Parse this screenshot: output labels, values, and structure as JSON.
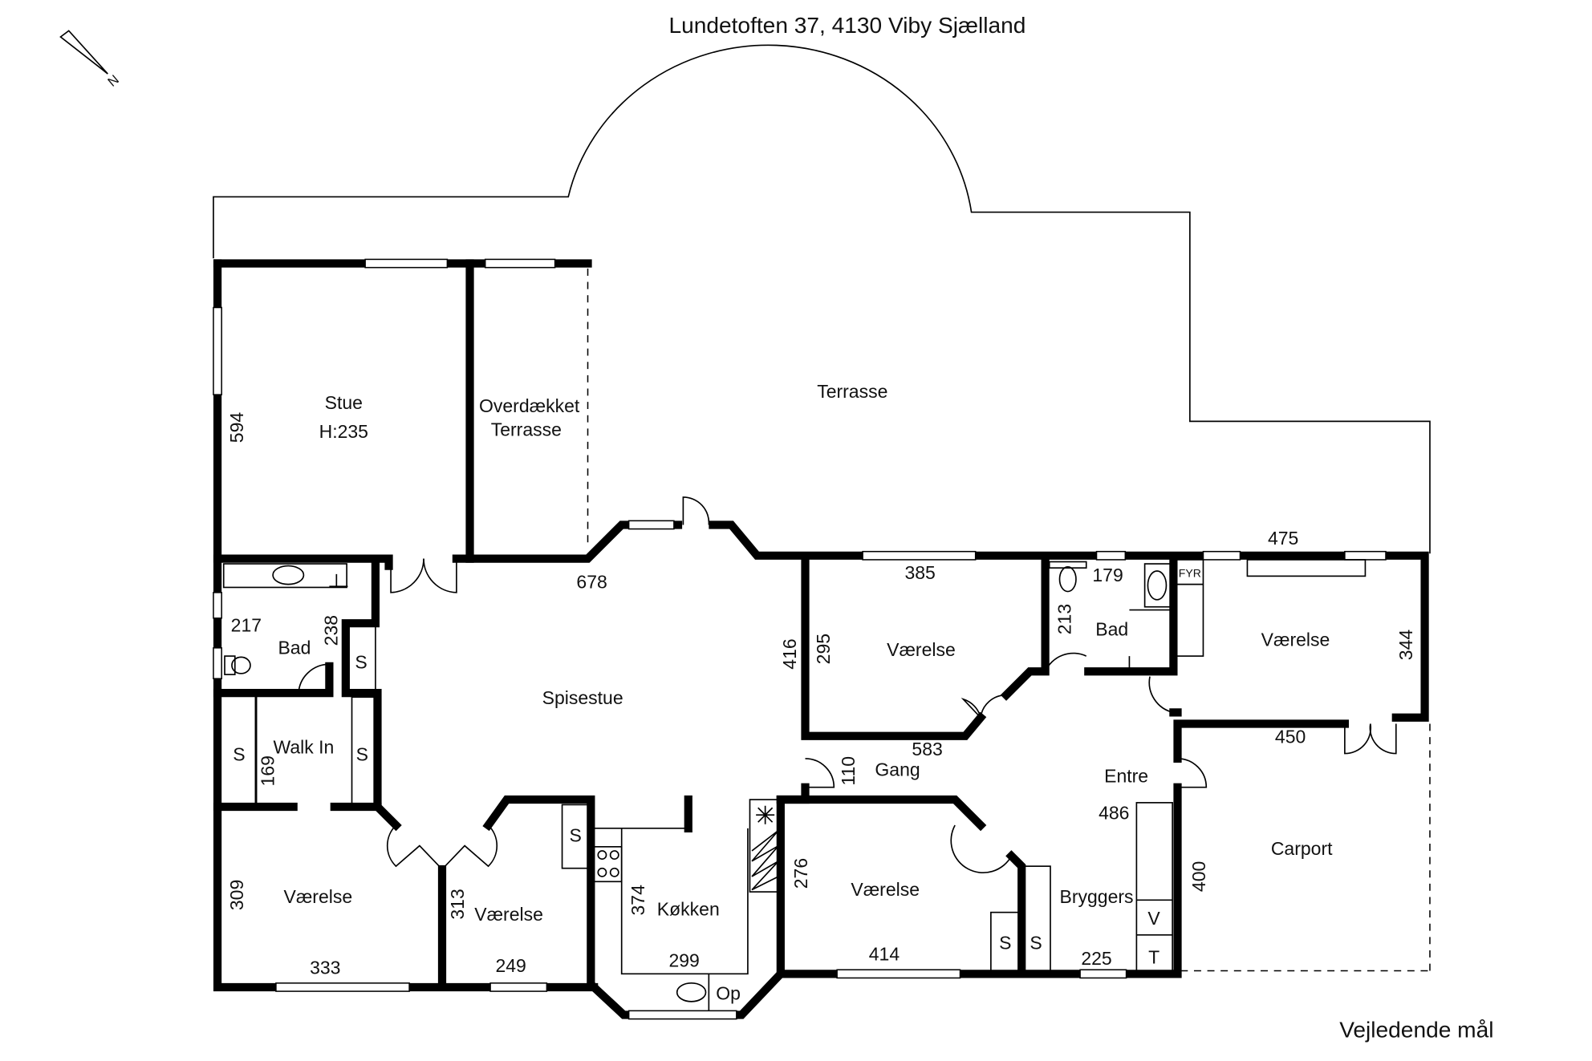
{
  "title": "Lundetoften 37, 4130 Viby Sjælland",
  "footer_note": "Vejledende mål",
  "north_label": "N",
  "rooms": {
    "stue": "Stue",
    "stue_height": "H:235",
    "overdaekket_1": "Overdækket",
    "overdaekket_2": "Terrasse",
    "terrasse": "Terrasse",
    "bad_left": "Bad",
    "walk_in": "Walk In",
    "spisestue": "Spisestue",
    "vaerelse_mid": "Værelse",
    "bad_right": "Bad",
    "vaerelse_right": "Værelse",
    "gang": "Gang",
    "entre": "Entre",
    "vaerelse_bl": "Værelse",
    "vaerelse_b2": "Værelse",
    "koekken": "Køkken",
    "vaerelse_b3": "Værelse",
    "bryggers": "Bryggers",
    "carport": "Carport"
  },
  "fixtures": {
    "s": "S",
    "fyr": "FYR",
    "op": "Op",
    "v": "V",
    "t": "T"
  },
  "dimensions": {
    "d594": "594",
    "d678": "678",
    "d217": "217",
    "d238": "238",
    "d169": "169",
    "d309": "309",
    "d333": "333",
    "d313": "313",
    "d249": "249",
    "d374": "374",
    "d299": "299",
    "d416": "416",
    "d295": "295",
    "d385": "385",
    "d583": "583",
    "d110": "110",
    "d276": "276",
    "d414": "414",
    "d213": "213",
    "d179": "179",
    "d475": "475",
    "d344": "344",
    "d450": "450",
    "d486": "486",
    "d400": "400",
    "d225": "225"
  }
}
